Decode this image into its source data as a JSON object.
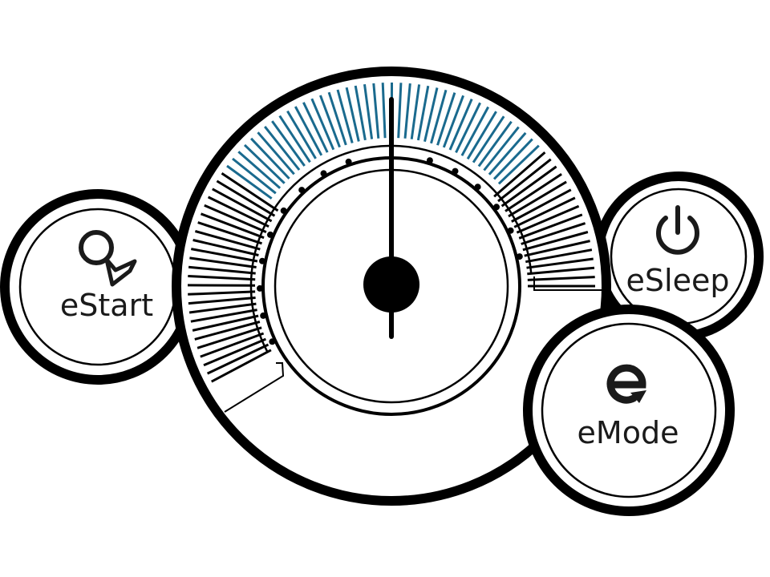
{
  "gauge": {
    "needle_level": 0.5,
    "colors": {
      "outline": "#000000",
      "ticks_normal": "#000000",
      "ticks_active": "#1a6a8e",
      "background": "#ffffff"
    }
  },
  "buttons": {
    "estart": {
      "label": "eStart",
      "icon": "key-icon"
    },
    "esleep": {
      "label": "eSleep",
      "icon": "power-icon"
    },
    "emode": {
      "label": "eMode",
      "icon": "e-cycle-icon"
    }
  }
}
